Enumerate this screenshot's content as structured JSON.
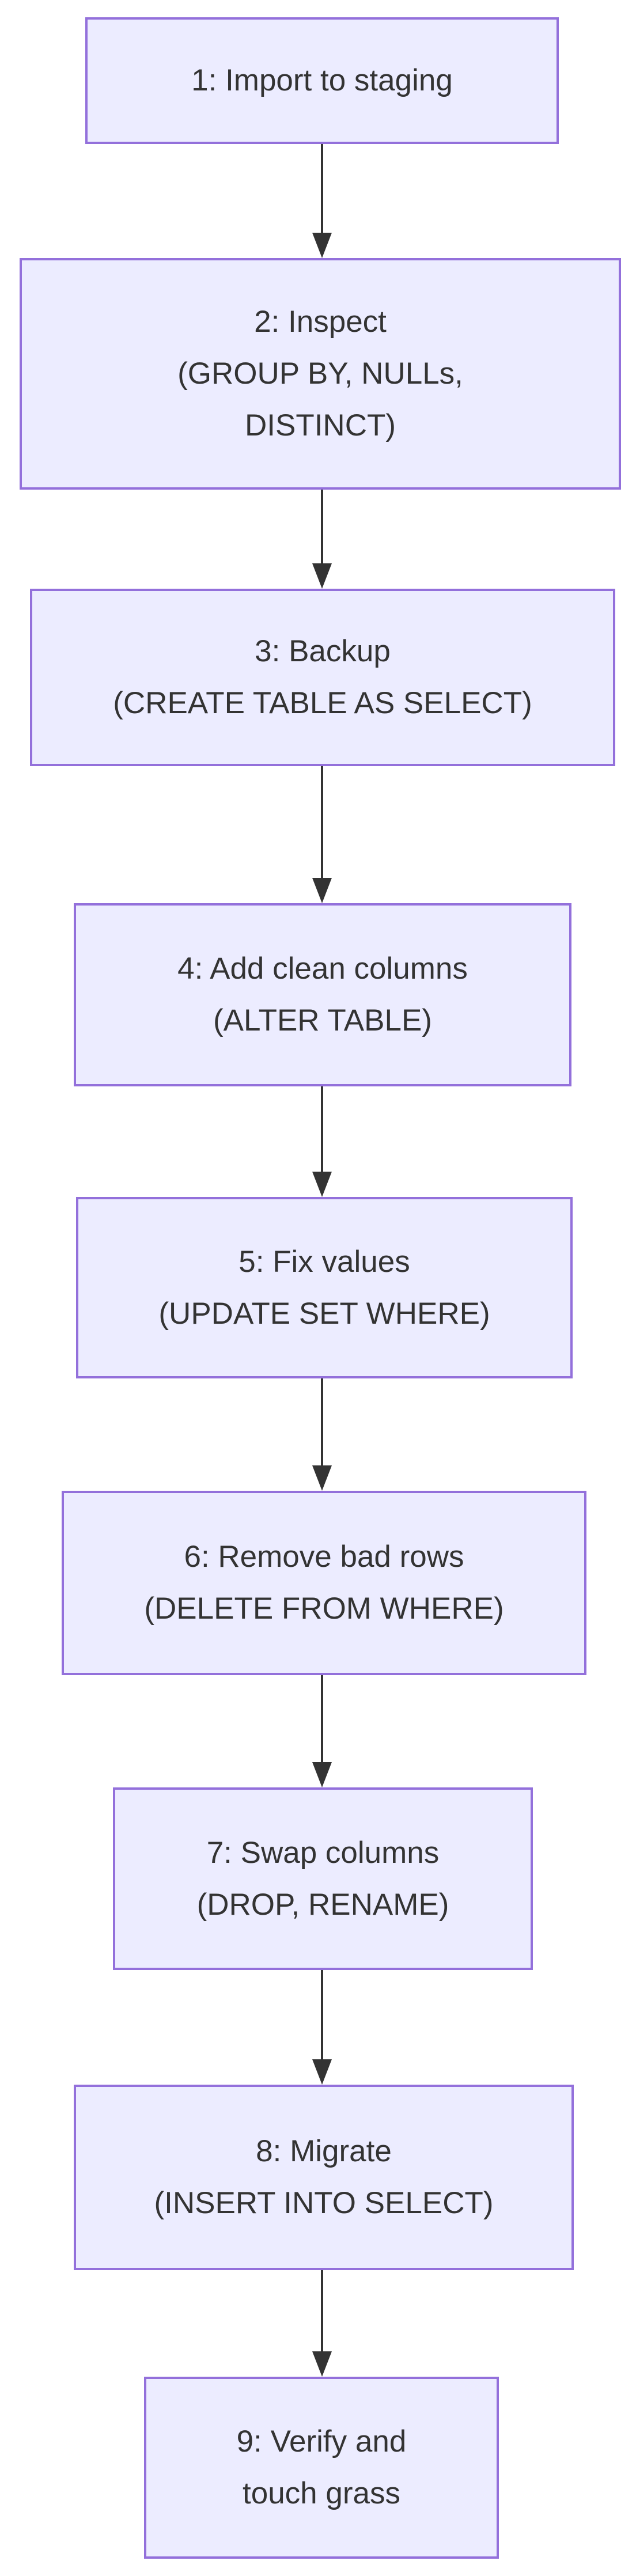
{
  "colors": {
    "canvas-bg": "#ffffff",
    "node-fill": "#ECECFF",
    "node-border": "#9370DB",
    "node-text": "#333333",
    "arrow-color": "#333333"
  },
  "flow": {
    "type": "flowchart-top-down",
    "nodes": [
      {
        "id": "1",
        "lines": [
          "1: Import to staging"
        ]
      },
      {
        "id": "2",
        "lines": [
          "2: Inspect",
          "(GROUP BY, NULLs,",
          "DISTINCT)"
        ]
      },
      {
        "id": "3",
        "lines": [
          "3: Backup",
          "(CREATE TABLE AS SELECT)"
        ]
      },
      {
        "id": "4",
        "lines": [
          "4: Add clean columns",
          "(ALTER TABLE)"
        ]
      },
      {
        "id": "5",
        "lines": [
          "5: Fix values",
          "(UPDATE SET WHERE)"
        ]
      },
      {
        "id": "6",
        "lines": [
          "6: Remove bad rows",
          "(DELETE FROM WHERE)"
        ]
      },
      {
        "id": "7",
        "lines": [
          "7: Swap columns",
          "(DROP, RENAME)"
        ]
      },
      {
        "id": "8",
        "lines": [
          "8: Migrate",
          "(INSERT INTO SELECT)"
        ]
      },
      {
        "id": "9",
        "lines": [
          "9: Verify and",
          "touch grass"
        ]
      }
    ],
    "edges": [
      {
        "from": "1",
        "to": "2"
      },
      {
        "from": "2",
        "to": "3"
      },
      {
        "from": "3",
        "to": "4"
      },
      {
        "from": "4",
        "to": "5"
      },
      {
        "from": "5",
        "to": "6"
      },
      {
        "from": "6",
        "to": "7"
      },
      {
        "from": "7",
        "to": "8"
      },
      {
        "from": "8",
        "to": "9"
      }
    ]
  }
}
